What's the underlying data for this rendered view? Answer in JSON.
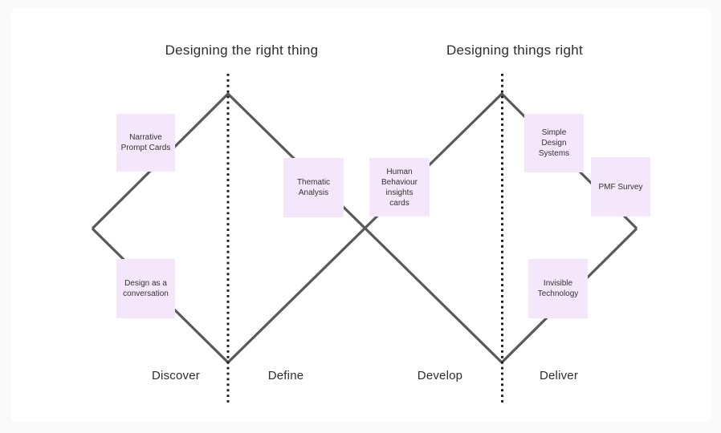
{
  "titles": {
    "left": "Designing the right thing",
    "right": "Designing things right"
  },
  "phases": [
    {
      "label": "Discover"
    },
    {
      "label": "Define"
    },
    {
      "label": "Develop"
    },
    {
      "label": "Deliver"
    }
  ],
  "notes": [
    {
      "id": "narrative-prompt-cards",
      "text": "Narrative\nPrompt Cards"
    },
    {
      "id": "design-as-a-conversation",
      "text": "Design as a\nconversation"
    },
    {
      "id": "thematic-analysis",
      "text": "Thematic\nAnalysis"
    },
    {
      "id": "human-behaviour-insights-cards",
      "text": "Human\nBehaviour\ninsights\ncards"
    },
    {
      "id": "simple-design-systems",
      "text": "Simple\nDesign\nSystems"
    },
    {
      "id": "pmf-survey",
      "text": "PMF Survey"
    },
    {
      "id": "invisible-technology",
      "text": "Invisible\nTechnology"
    }
  ],
  "colors": {
    "page-bg": "#fafafa",
    "card-bg": "#ffffff",
    "note-bg": "#f4e6fb",
    "note-text": "#333333",
    "text": "#2d2d2d",
    "line": "#595959",
    "dotted-line": "#1c1c1c"
  }
}
